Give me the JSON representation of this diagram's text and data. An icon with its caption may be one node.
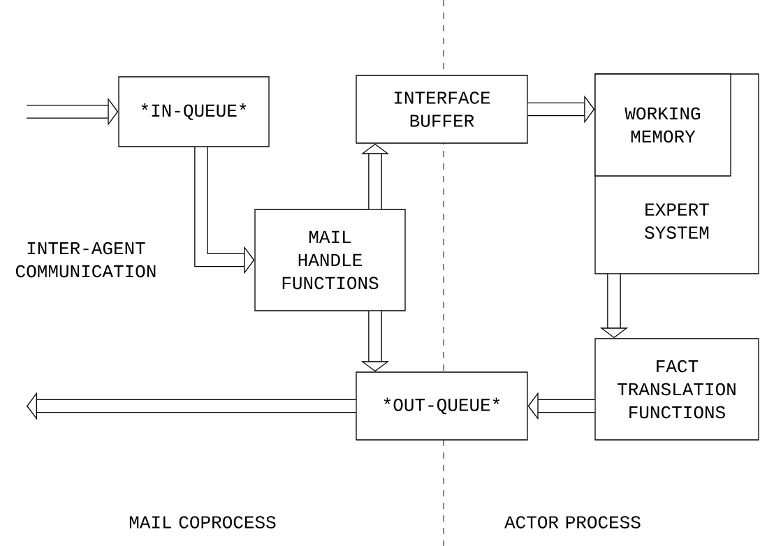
{
  "diagram": {
    "nodes": [
      {
        "text": [
          "*IN-QUEUE*"
        ]
      },
      {
        "text": [
          "INTERFACE BUFFER"
        ]
      },
      {
        "text": [
          "EXPERT SYSTEM"
        ]
      },
      {
        "text": [
          "WORKING MEMORY"
        ],
        "in": 2
      },
      {
        "text": [
          "MAIL HANDLE FUNCTIONS"
        ]
      },
      {
        "text": [
          "*OUT-QUEUE*"
        ]
      },
      {
        "text": [
          "FACT TRANSLATION FUNCTIONS"
        ]
      }
    ],
    "edges": [
      {
        "from": null,
        "to": 0,
        "arrow": "to"
      },
      {
        "from": 0,
        "to": 4,
        "arrow": "to"
      },
      {
        "from": 4,
        "to": 1,
        "arrow": "to"
      },
      {
        "from": 1,
        "to": 3,
        "arrow": "to"
      },
      {
        "from": 2,
        "to": 6,
        "arrow": "to"
      },
      {
        "from": 6,
        "to": 5,
        "arrow": "to"
      },
      {
        "from": 4,
        "to": 5,
        "arrow": "to"
      },
      {
        "from": 5,
        "to": null,
        "arrow": "to"
      }
    ],
    "labels": [
      "INTER-AGENT COMMUNICATION",
      "MAIL COPROCESS",
      "ACTOR PROCESS"
    ]
  }
}
